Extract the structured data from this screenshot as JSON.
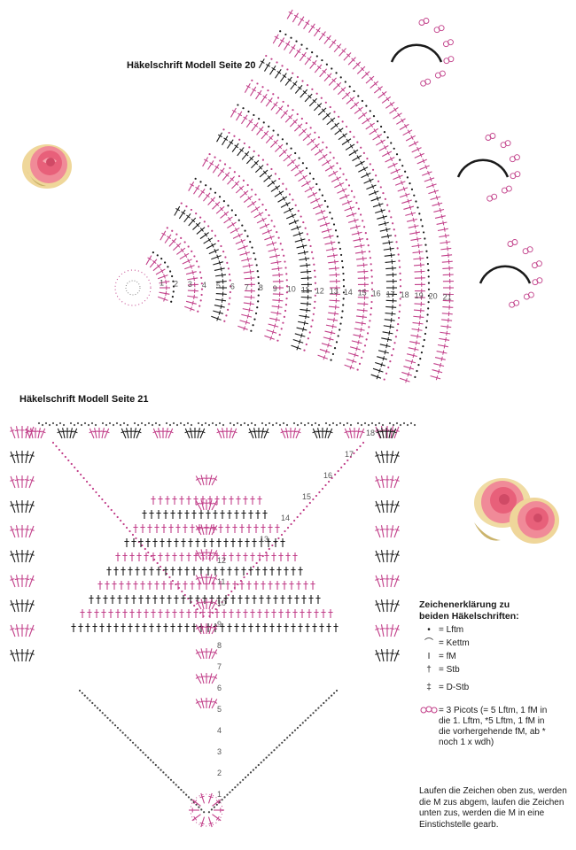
{
  "titles": {
    "pattern_top": "Häkelschrift Modell Seite 20",
    "pattern_bottom": "Häkelschrift Modell Seite 21"
  },
  "legend": {
    "heading_line1": "Zeichenerklärung zu",
    "heading_line2": "beiden Häkelschriften:",
    "items": [
      {
        "symbol": "•",
        "label": "= Lftm"
      },
      {
        "symbol": "⌒",
        "label": "= Kettm"
      },
      {
        "symbol": "I",
        "label": "= fM"
      },
      {
        "symbol": "†",
        "label": "= Stb"
      },
      {
        "symbol": "‡",
        "label": "= D-Stb"
      }
    ],
    "picot_line1": "= 3 Picots (= 5 Lftm, 1 fM in",
    "picot_line2": "die 1. Lftm, *5 Lftm, 1 fM in",
    "picot_line3": "die vorhergehende fM, ab *",
    "picot_line4": "noch 1 x wdh)"
  },
  "note": {
    "line1": "Laufen die Zeichen oben zus, werden",
    "line2": "die M zus abgem, laufen die Zeichen",
    "line3": "unten zus, werden die M in eine",
    "line4": "Einstichstelle gearb."
  },
  "row_numbers_top": [
    "1",
    "2",
    "3",
    "4",
    "5",
    "6",
    "7",
    "8",
    "9",
    "10",
    "11",
    "12",
    "13",
    "14",
    "15",
    "16",
    "17",
    "18",
    "19",
    "20",
    "21"
  ],
  "row_numbers_bottom": [
    "1",
    "2",
    "3",
    "4",
    "5",
    "6",
    "7",
    "8",
    "9",
    "10",
    "11",
    "12",
    "13",
    "14",
    "15",
    "16",
    "17",
    "18"
  ],
  "colors": {
    "pink": "#c2408a",
    "black": "#1a1a1a",
    "rose": "#e9708a"
  }
}
